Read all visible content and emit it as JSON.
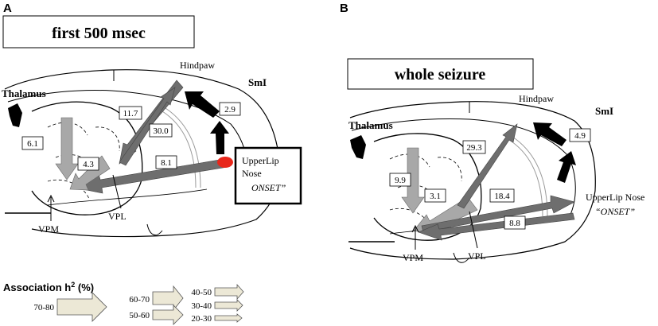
{
  "colors": {
    "arrow_dark": "#6e6e6e",
    "arrow_light": "#a8a8a8",
    "arrow_black": "#000000",
    "onset_dot": "#e8271b",
    "legend_fill": "#ece8d6"
  },
  "panel_a": {
    "letter": "A",
    "title": "first 500 msec",
    "region_thalamus": "Thalamus",
    "region_smi": "SmI",
    "label_hindpaw": "Hindpaw",
    "label_upperlip_nose_line1": "UpperLip",
    "label_upperlip_nose_line2": "Nose",
    "label_onset": "ONSET”",
    "label_vpm": "VPM",
    "label_vpl": "VPL",
    "values": [
      "11.7",
      "30.0",
      "2.9",
      "6.1",
      "4.3",
      "8.1"
    ]
  },
  "panel_b": {
    "letter": "B",
    "title": "whole seizure",
    "region_thalamus": "Thalamus",
    "region_smi": "SmI",
    "label_hindpaw": "Hindpaw",
    "label_upperlip_nose": "UpperLip Nose",
    "label_onset": "“ONSET”",
    "label_vpm": "VPM",
    "label_vpl": "VPL",
    "values": [
      "29.3",
      "4.9",
      "9.9",
      "3.1",
      "18.4",
      "8.8"
    ]
  },
  "legend": {
    "title_prefix": "Association h",
    "title_sup": "2",
    "title_suffix": " (%)",
    "ranges": [
      "70-80",
      "60-70",
      "50-60",
      "40-50",
      "30-40",
      "20-30"
    ]
  }
}
